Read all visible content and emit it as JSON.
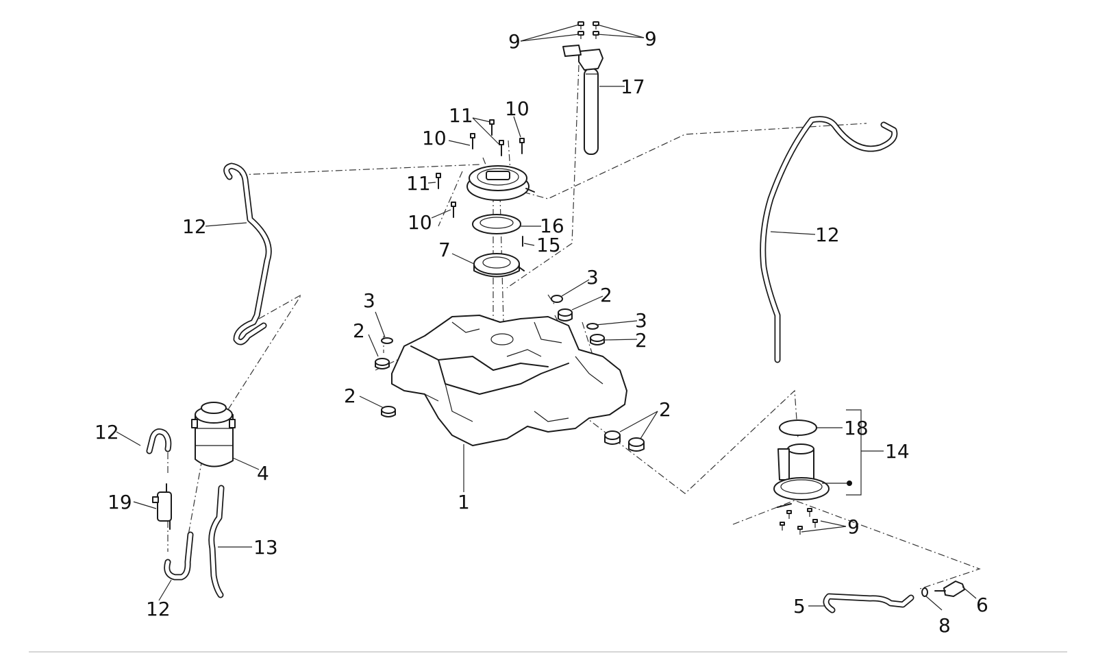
{
  "labels": [
    {
      "id": "lbl-9-tl",
      "text": "9"
    },
    {
      "id": "lbl-9-tr",
      "text": "9"
    },
    {
      "id": "lbl-17",
      "text": "17"
    },
    {
      "id": "lbl-11-top",
      "text": "11"
    },
    {
      "id": "lbl-10-top",
      "text": "10"
    },
    {
      "id": "lbl-10-left",
      "text": "10"
    },
    {
      "id": "lbl-11-left",
      "text": "11"
    },
    {
      "id": "lbl-10-low",
      "text": "10"
    },
    {
      "id": "lbl-16",
      "text": "16"
    },
    {
      "id": "lbl-15",
      "text": "15"
    },
    {
      "id": "lbl-7",
      "text": "7"
    },
    {
      "id": "lbl-12-left",
      "text": "12"
    },
    {
      "id": "lbl-12-right",
      "text": "12"
    },
    {
      "id": "lbl-3-a",
      "text": "3"
    },
    {
      "id": "lbl-2-a",
      "text": "2"
    },
    {
      "id": "lbl-3-b",
      "text": "3"
    },
    {
      "id": "lbl-2-b",
      "text": "2"
    },
    {
      "id": "lbl-3-c",
      "text": "3"
    },
    {
      "id": "lbl-2-c",
      "text": "2"
    },
    {
      "id": "lbl-2-d",
      "text": "2"
    },
    {
      "id": "lbl-2-e",
      "text": "2"
    },
    {
      "id": "lbl-1",
      "text": "1"
    },
    {
      "id": "lbl-12-small",
      "text": "12"
    },
    {
      "id": "lbl-4",
      "text": "4"
    },
    {
      "id": "lbl-19",
      "text": "19"
    },
    {
      "id": "lbl-13",
      "text": "13"
    },
    {
      "id": "lbl-12-bottom",
      "text": "12"
    },
    {
      "id": "lbl-18",
      "text": "18"
    },
    {
      "id": "lbl-14",
      "text": "14"
    },
    {
      "id": "lbl-9-br",
      "text": "9"
    },
    {
      "id": "lbl-5",
      "text": "5"
    },
    {
      "id": "lbl-8",
      "text": "8"
    },
    {
      "id": "lbl-6",
      "text": "6"
    }
  ]
}
